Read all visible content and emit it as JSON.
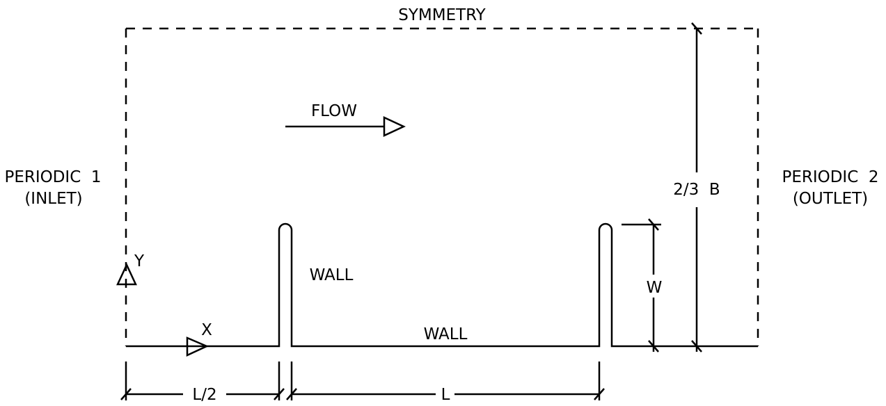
{
  "labels": {
    "top": "SYMMETRY",
    "flow": "FLOW",
    "left_line1": "PERIODIC  1",
    "left_line2": "(INLET)",
    "right_line1": "PERIODIC  2",
    "right_line2": "(OUTLET)",
    "height_dim": "2/3  B",
    "width_dim": "W",
    "wall_rib": "WALL",
    "wall_bottom": "WALL",
    "x_axis": "X",
    "y_axis": "Y",
    "half_pitch": "L/2",
    "pitch": "L"
  },
  "colors": {
    "stroke": "#000000",
    "background": "#ffffff"
  }
}
